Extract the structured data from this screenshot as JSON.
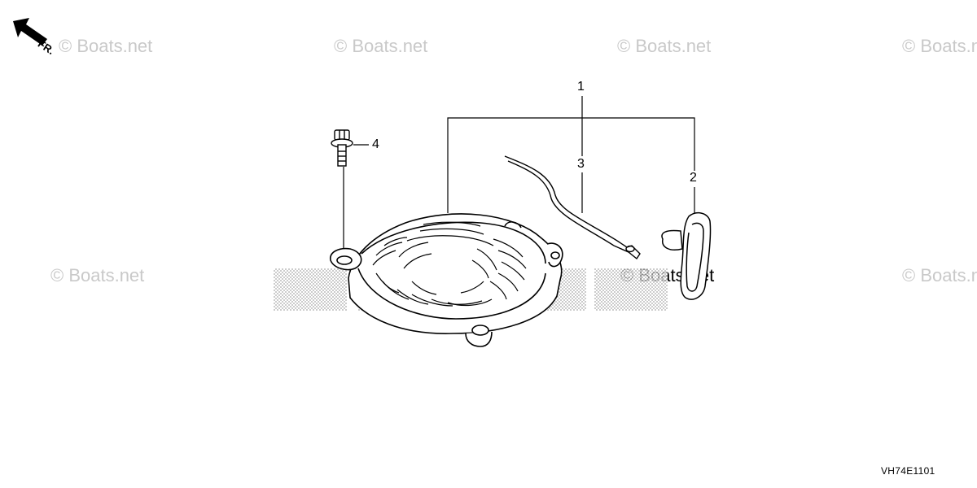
{
  "watermarks": [
    "© Boats.net",
    "© Boats.net",
    "© Boats.net",
    "© Boats.net",
    "© Boats.net",
    "© Boats.net",
    "© Boats.net"
  ],
  "callouts": {
    "c1": "1",
    "c2": "2",
    "c3": "3",
    "c4": "4"
  },
  "direction_label": "FR.",
  "diagram_code": "VH74E1101",
  "colors": {
    "line": "#000000",
    "watermark": "#c9c9c9",
    "hatch": "#9a9a9a"
  },
  "icons": {
    "direction": "front-direction-arrow-icon"
  }
}
